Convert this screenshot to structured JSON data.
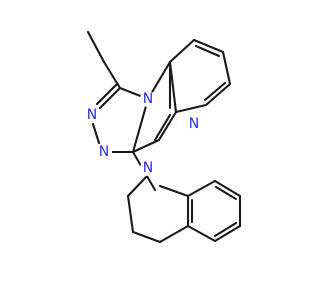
{
  "molecule": {
    "atoms": [
      {
        "id": "n_triazole_upper",
        "symbol": "N"
      },
      {
        "id": "n_triazole_lower",
        "symbol": "N"
      },
      {
        "id": "n_bridgehead",
        "symbol": "N"
      },
      {
        "id": "n_quinoxaline",
        "symbol": "N"
      },
      {
        "id": "n_isoquinoline",
        "symbol": "N"
      }
    ]
  },
  "colors": {
    "bond": "#1a1a1a",
    "nitrogen": "#2a2aff",
    "background": "#ffffff"
  }
}
